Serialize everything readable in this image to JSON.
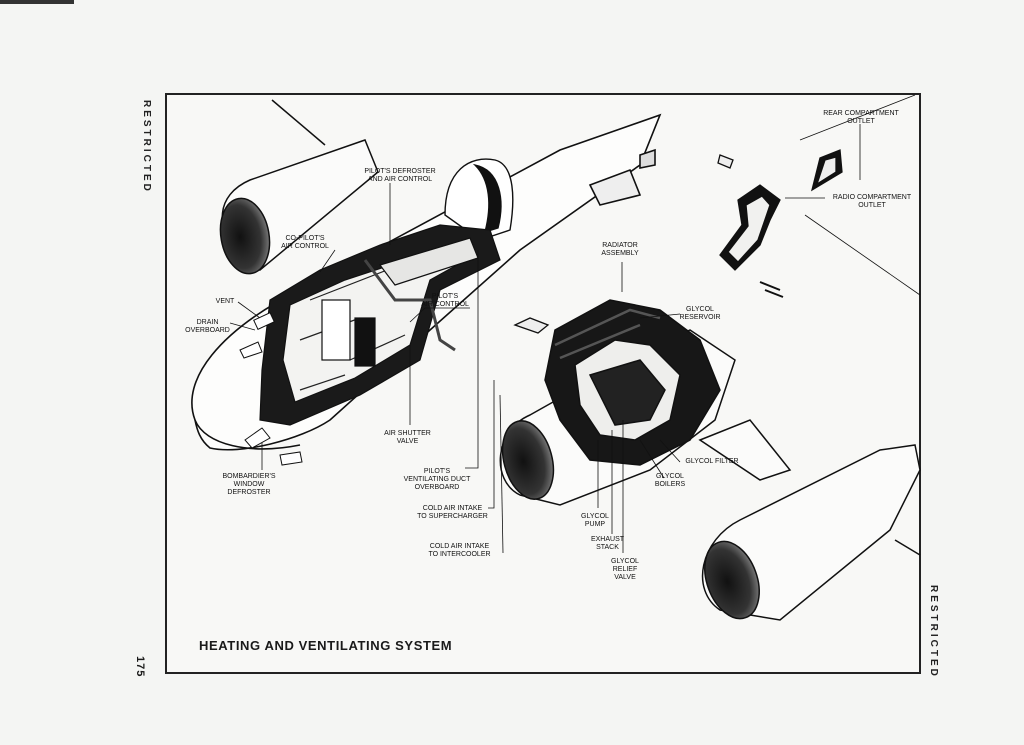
{
  "margins": {
    "left_marker": "RESTRICTED",
    "right_marker": "RESTRICTED",
    "page_number": "175"
  },
  "title": "HEATING AND VENTILATING SYSTEM",
  "callouts": {
    "rear_compartment_outlet": "REAR COMPARTMENT\nOUTLET",
    "radio_compartment_outlet": "RADIO COMPARTMENT\nOUTLET",
    "pilots_defroster": "PILOT'S DEFROSTER\nAND AIR CONTROL",
    "copilots_air_control": "CO-PILOT'S\nAIR CONTROL",
    "radiator_assembly": "RADIATOR\nASSEMBLY",
    "pilots_air_control": "PILOT'S\nAIR CONTROL",
    "glycol_reservoir": "GLYCOL\nRESERVOIR",
    "vent": "VENT",
    "drain_overboard": "DRAIN\nOVERBOARD",
    "air_shutter_valve": "AIR SHUTTER\nVALVE",
    "glycol_filter": "GLYCOL FILTER",
    "bombardiers_window_defroster": "BOMBARDIER'S\nWINDOW\nDEFROSTER",
    "pilots_ventilating_duct": "PILOT'S\nVENTILATING DUCT\nOVERBOARD",
    "glycol_boilers": "GLYCOL\nBOILERS",
    "cold_air_supercharger": "COLD AIR INTAKE\nTO SUPERCHARGER",
    "glycol_pump": "GLYCOL\nPUMP",
    "exhaust_stack": "EXHAUST\nSTACK",
    "cold_air_intercooler": "COLD AIR INTAKE\nTO INTERCOOLER",
    "glycol_relief_valve": "GLYCOL\nRELIEF\nVALVE"
  }
}
